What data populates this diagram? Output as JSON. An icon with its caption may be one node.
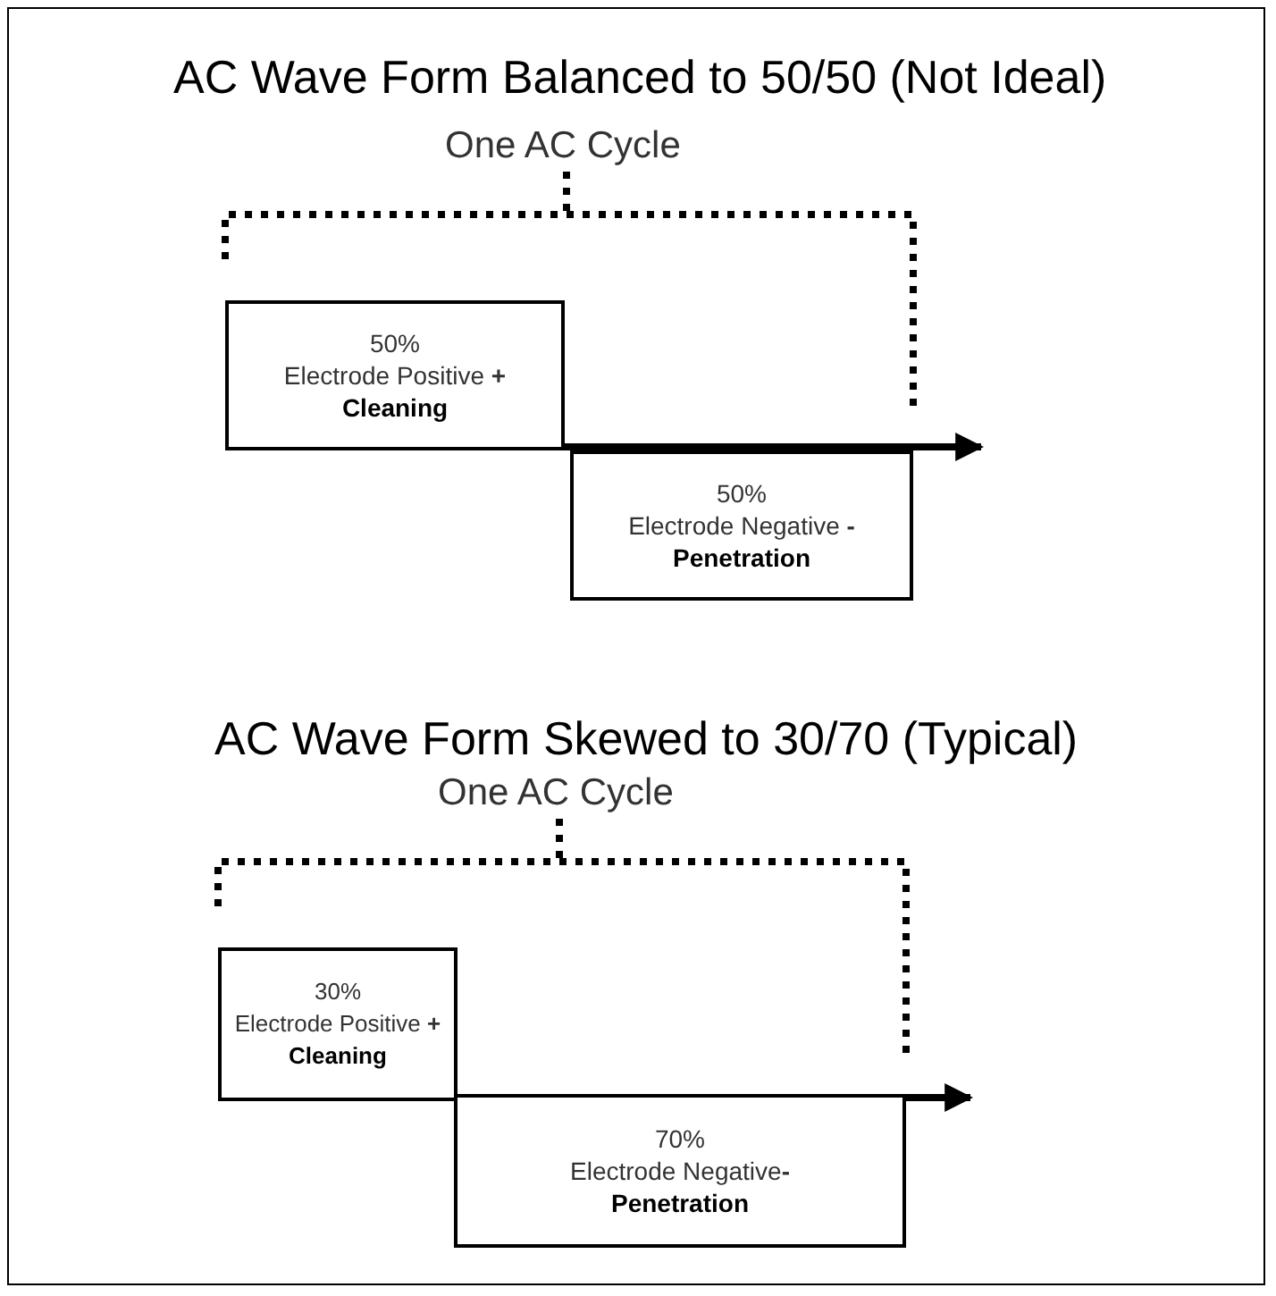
{
  "diagram": {
    "nodes": [
      {
        "text": [
          "50%",
          "Electrode Positive **+**",
          "Cleaning"
        ]
      },
      {
        "text": [
          "50%",
          "Electrode Negative **-**",
          "Penetration"
        ]
      },
      {
        "text": [
          "30%",
          "Electrode Positive **+**",
          "Cleaning"
        ]
      },
      {
        "text": [
          "70%",
          "Electrode Negative**-**",
          "Penetration"
        ]
      }
    ],
    "labels": [
      "AC Wave Form Balanced to 50/50 (Not Ideal)",
      "One AC Cycle",
      "AC Wave Form Skewed to 30/70 (Typical)",
      "One AC Cycle"
    ]
  }
}
